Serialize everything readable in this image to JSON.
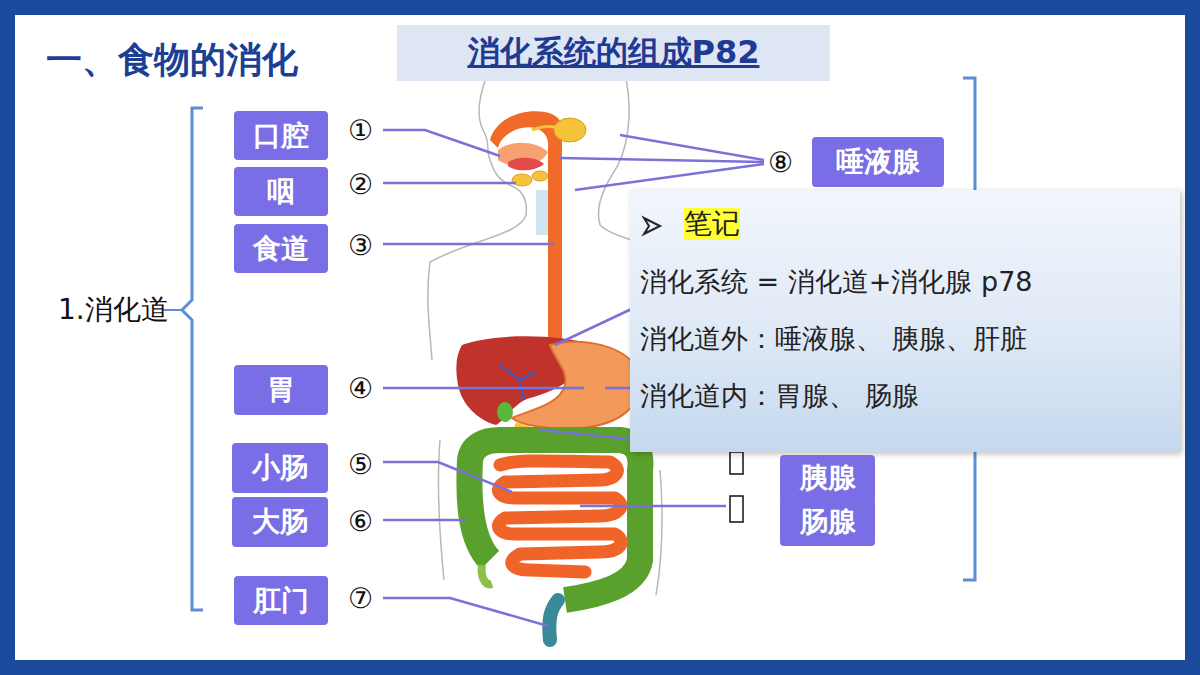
{
  "diagram": {
    "title": "一、食物的消化",
    "nodes": [
      {
        "text": [
          "消化系统的组成P82"
        ]
      },
      {
        "text": [
          "口腔"
        ]
      },
      {
        "text": [
          "唾液腺"
        ]
      },
      {
        "text": [
          "咽"
        ]
      },
      {
        "text": [
          "食道"
        ]
      },
      {
        "text": [
          "笔记",
          "消化系统 = 消化道+消化腺  p78",
          "消化道外：唾液腺、 胰腺、肝脏",
          "消化道内：胃腺、  肠腺"
        ]
      },
      {
        "text": [
          "胃"
        ]
      },
      {
        "text": [
          "胰腺"
        ]
      },
      {
        "text": [
          "小肠"
        ]
      },
      {
        "text": [
          "肠腺"
        ]
      },
      {
        "text": [
          "大肠"
        ]
      },
      {
        "text": [
          "肛门"
        ]
      }
    ],
    "labels": [
      "1.消化道",
      "①",
      "⑧",
      "②",
      "③",
      "④",
      "⑤",
      "⑥",
      "⑦"
    ]
  }
}
